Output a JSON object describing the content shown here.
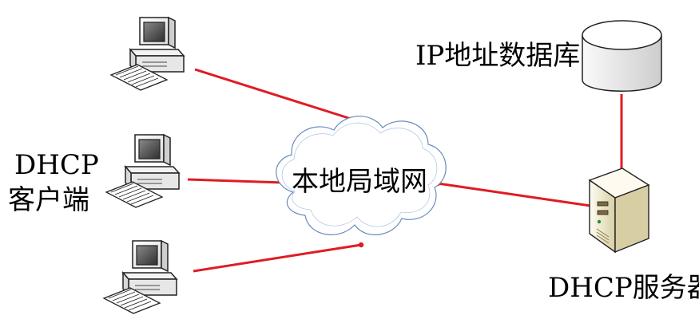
{
  "labels": {
    "client_line1": "DHCP",
    "client_line2": "客户端",
    "lan": "本地局域网",
    "ip_db": "IP地址数据库",
    "server": "DHCP服务器"
  },
  "colors": {
    "link": "#e01b24",
    "cloud_stroke": "#6a8bbd",
    "device_outline": "#333333",
    "server_body": "#efe7c8",
    "database_body": "#e8e8e8"
  },
  "icons": {
    "client_computer": "desktop-computer-icon",
    "server": "server-tower-icon",
    "database": "database-cylinder-icon",
    "network": "cloud-icon"
  }
}
